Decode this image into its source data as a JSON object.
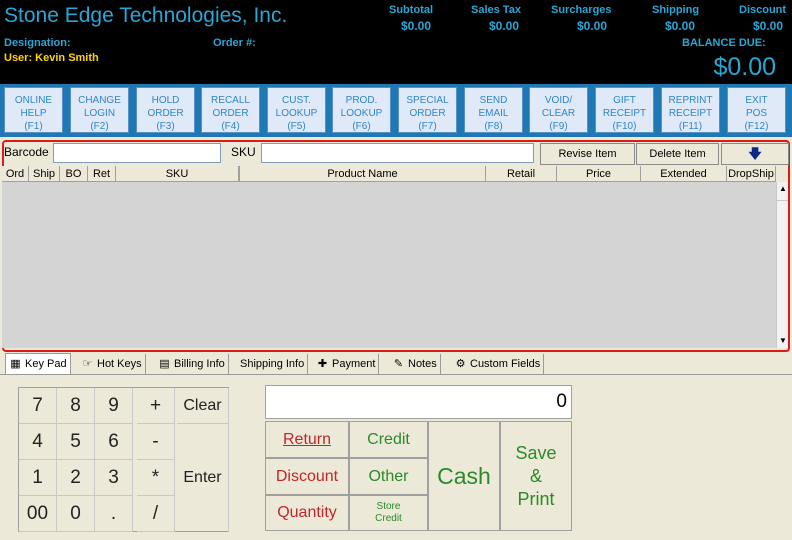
{
  "header": {
    "company": "Stone Edge Technologies, Inc.",
    "designation_label": "Designation:",
    "order_label": "Order #:",
    "user": "User: Kevin Smith",
    "balance_label": "BALANCE DUE:",
    "balance_value": "$0.00",
    "totals": [
      {
        "label": "Subtotal",
        "value": "$0.00"
      },
      {
        "label": "Sales Tax",
        "value": "$0.00"
      },
      {
        "label": "Surcharges",
        "value": "$0.00"
      },
      {
        "label": "Shipping",
        "value": "$0.00"
      },
      {
        "label": "Discount",
        "value": "$0.00"
      }
    ]
  },
  "fkeys": [
    {
      "l1": "ONLINE",
      "l2": "HELP",
      "l3": "(F1)"
    },
    {
      "l1": "CHANGE",
      "l2": "LOGIN",
      "l3": "(F2)"
    },
    {
      "l1": "HOLD",
      "l2": "ORDER",
      "l3": "(F3)"
    },
    {
      "l1": "RECALL",
      "l2": "ORDER",
      "l3": "(F4)"
    },
    {
      "l1": "CUST.",
      "l2": "LOOKUP",
      "l3": "(F5)"
    },
    {
      "l1": "PROD.",
      "l2": "LOOKUP",
      "l3": "(F6)"
    },
    {
      "l1": "SPECIAL",
      "l2": "ORDER",
      "l3": "(F7)"
    },
    {
      "l1": "SEND",
      "l2": "EMAIL",
      "l3": "(F8)"
    },
    {
      "l1": "VOID/",
      "l2": "CLEAR",
      "l3": "(F9)"
    },
    {
      "l1": "GIFT",
      "l2": "RECEIPT",
      "l3": "(F10)"
    },
    {
      "l1": "REPRINT",
      "l2": "RECEIPT",
      "l3": "(F11)"
    },
    {
      "l1": "EXIT",
      "l2": "POS",
      "l3": "(F12)"
    }
  ],
  "item_entry": {
    "barcode_label": "Barcode",
    "barcode_value": "",
    "sku_label": "SKU",
    "sku_value": "",
    "revise_button": "Revise Item",
    "delete_button": "Delete Item",
    "down_arrow": "🡇"
  },
  "columns": [
    "Ord",
    "Ship",
    "BO",
    "Ret",
    "SKU",
    "",
    "Product Name",
    "Retail",
    "Price",
    "Extended",
    "DropShip"
  ],
  "tabs": [
    {
      "label": "Key Pad",
      "icon": "keypad-icon",
      "glyph": "▦"
    },
    {
      "label": "Hot Keys",
      "icon": "hand-pointer-icon",
      "glyph": "☞"
    },
    {
      "label": "Billing Info",
      "icon": "billing-icon",
      "glyph": "▤"
    },
    {
      "label": "Shipping Info",
      "icon": "",
      "glyph": ""
    },
    {
      "label": "Payment",
      "icon": "payment-icon",
      "glyph": "✚"
    },
    {
      "label": "Notes",
      "icon": "notes-icon",
      "glyph": "✎"
    },
    {
      "label": "Custom Fields",
      "icon": "custom-fields-icon",
      "glyph": "⚙"
    }
  ],
  "keypad": {
    "keys": [
      "7",
      "8",
      "9",
      "+",
      "4",
      "5",
      "6",
      "-",
      "1",
      "2",
      "3",
      "*",
      "00",
      "0",
      ".",
      "/"
    ],
    "clear": "Clear",
    "enter": "Enter"
  },
  "display_value": "0",
  "actions": {
    "return": "Return",
    "credit": "Credit",
    "discount": "Discount",
    "other": "Other",
    "quantity": "Quantity",
    "store_credit_1": "Store",
    "store_credit_2": "Credit",
    "cash": "Cash",
    "save_1": "Save",
    "save_2": "&",
    "save_3": "Print"
  },
  "colors": {
    "header_bg": "#000000",
    "accent": "#2aa6d6",
    "user": "#ffd400",
    "fkey_bar": "#1e78b4",
    "grid_border": "#e01818",
    "red_action": "#c0262a",
    "green_action": "#2a8a2a"
  }
}
